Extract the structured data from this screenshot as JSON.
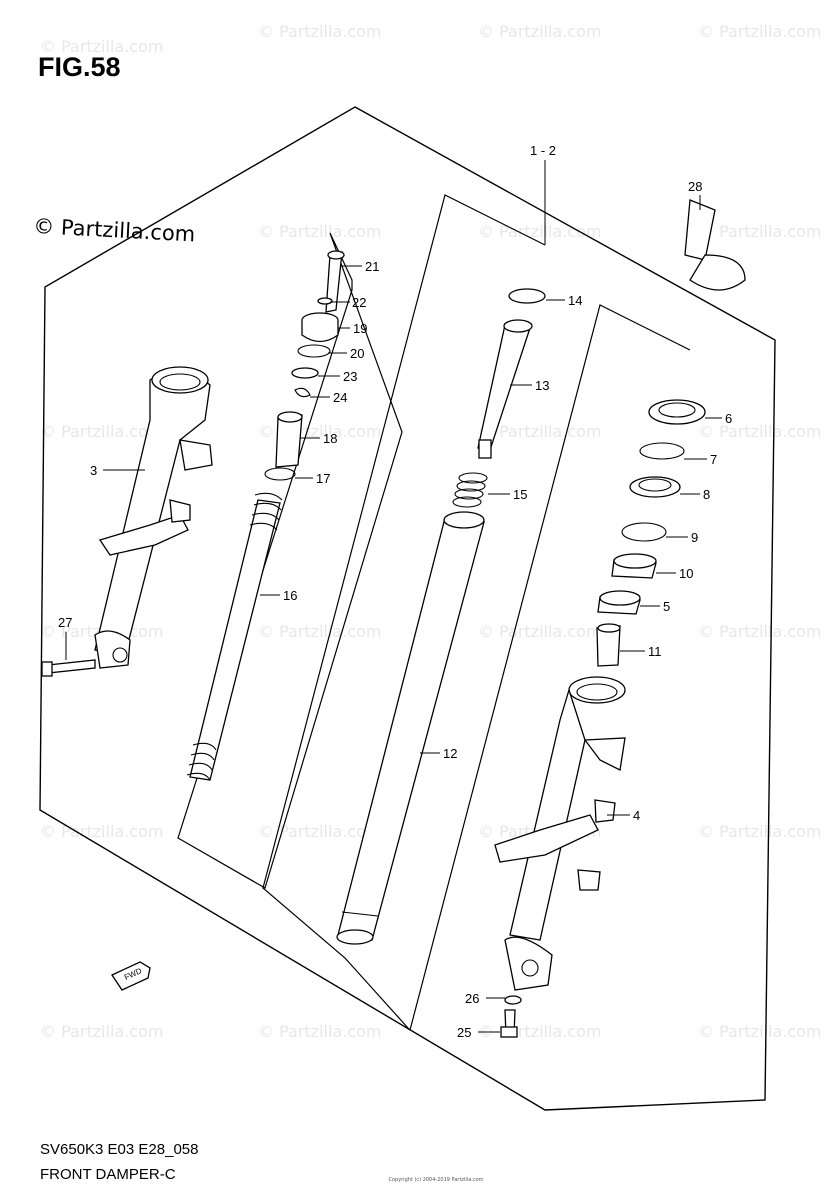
{
  "figure": {
    "title": "FIG.58",
    "copyright": "© Partzilla.com",
    "model_code": "SV650K3 E03 E28_058",
    "section_name": "FRONT DAMPER-C",
    "fine_print": "Copyright (c) 2004-2019 Partzilla.com"
  },
  "watermark": {
    "text": "© Partzilla.com",
    "color": "#e7e7e7"
  },
  "direction_marker": "FWD",
  "callouts": [
    {
      "id": "c-1-2",
      "label": "1 - 2"
    },
    {
      "id": "c-28",
      "label": "28"
    },
    {
      "id": "c-21",
      "label": "21"
    },
    {
      "id": "c-22",
      "label": "22"
    },
    {
      "id": "c-19",
      "label": "19"
    },
    {
      "id": "c-20",
      "label": "20"
    },
    {
      "id": "c-23",
      "label": "23"
    },
    {
      "id": "c-24",
      "label": "24"
    },
    {
      "id": "c-18",
      "label": "18"
    },
    {
      "id": "c-17",
      "label": "17"
    },
    {
      "id": "c-16",
      "label": "16"
    },
    {
      "id": "c-3",
      "label": "3"
    },
    {
      "id": "c-27",
      "label": "27"
    },
    {
      "id": "c-14",
      "label": "14"
    },
    {
      "id": "c-13",
      "label": "13"
    },
    {
      "id": "c-15",
      "label": "15"
    },
    {
      "id": "c-12",
      "label": "12"
    },
    {
      "id": "c-6",
      "label": "6"
    },
    {
      "id": "c-7",
      "label": "7"
    },
    {
      "id": "c-8",
      "label": "8"
    },
    {
      "id": "c-9",
      "label": "9"
    },
    {
      "id": "c-10",
      "label": "10"
    },
    {
      "id": "c-5",
      "label": "5"
    },
    {
      "id": "c-11",
      "label": "11"
    },
    {
      "id": "c-4",
      "label": "4"
    },
    {
      "id": "c-26",
      "label": "26"
    },
    {
      "id": "c-25",
      "label": "25"
    }
  ]
}
